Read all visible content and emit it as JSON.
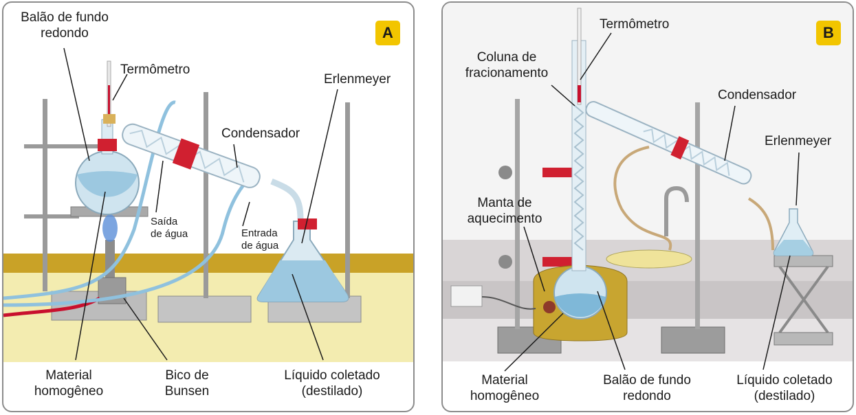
{
  "colors": {
    "badge": "#f2c500",
    "bench_top": "#c9a227",
    "bench_front": "#f3ecb0",
    "wall_b": "#d9d5d6",
    "glass": "#cfe4ef",
    "liquid": "#9cc8e0",
    "clamp_red": "#d02030",
    "hose": "#8fc1de",
    "tube_red": "#c8102e",
    "mantle": "#c8a530"
  },
  "panel_a": {
    "badge": "A",
    "labels": {
      "flask": "Balão de fundo\nredondo",
      "thermometer": "Termômetro",
      "condenser": "Condensador",
      "erlenmeyer": "Erlenmeyer",
      "water_out": "Saída\nde água",
      "water_in": "Entrada\nde água",
      "material": "Material\nhomogêneo",
      "bunsen": "Bico de\nBunsen",
      "liquid": "Líquido coletado\n(destilado)"
    }
  },
  "panel_b": {
    "badge": "B",
    "labels": {
      "thermometer": "Termômetro",
      "column": "Coluna de\nfracionamento",
      "condenser": "Condensador",
      "erlenmeyer": "Erlenmeyer",
      "mantle": "Manta de\naquecimento",
      "material": "Material\nhomogêneo",
      "flask": "Balão de fundo\nredondo",
      "liquid": "Líquido coletado\n(destilado)"
    }
  }
}
